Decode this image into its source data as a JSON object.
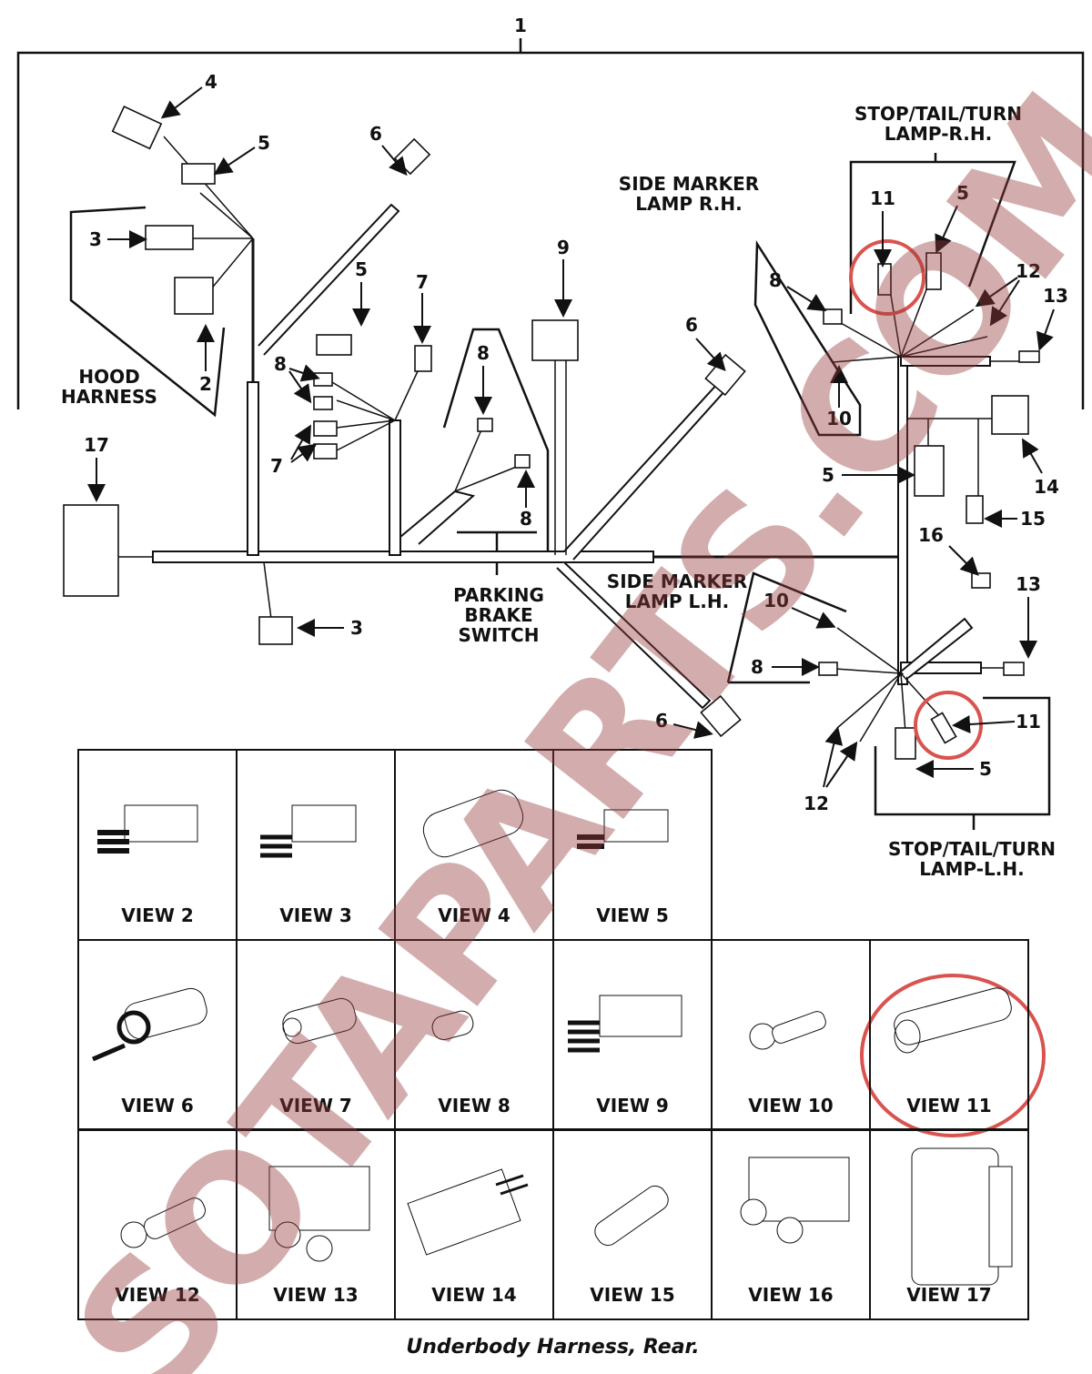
{
  "caption": "Underbody Harness, Rear.",
  "watermark": "SOTAPARTS.COM",
  "colors": {
    "highlight": "#d9534f",
    "line": "#111111",
    "watermark": "#a05050"
  },
  "callouts": [
    "1",
    "4",
    "5",
    "6",
    "3",
    "5",
    "7",
    "2",
    "8",
    "7",
    "9",
    "8",
    "8",
    "17",
    "3",
    "6",
    "11",
    "5",
    "12",
    "13",
    "8",
    "10",
    "14",
    "5",
    "15",
    "16",
    "13",
    "10",
    "8",
    "11",
    "5",
    "12",
    "6"
  ],
  "labels": {
    "hood_harness": "HOOD\nHARNESS",
    "parking_brake": "PARKING\nBRAKE\nSWITCH",
    "side_marker_rh": "SIDE MARKER\nLAMP R.H.",
    "side_marker_lh": "SIDE MARKER\nLAMP L.H.",
    "stop_tail_rh": "STOP/TAIL/TURN\nLAMP-R.H.",
    "stop_tail_lh": "STOP/TAIL/TURN\nLAMP-L.H."
  },
  "views": [
    "VIEW 2",
    "VIEW 3",
    "VIEW 4",
    "VIEW 5",
    "VIEW 6",
    "VIEW 7",
    "VIEW 8",
    "VIEW 9",
    "VIEW 10",
    "VIEW 11",
    "VIEW 12",
    "VIEW 13",
    "VIEW 14",
    "VIEW 15",
    "VIEW 16",
    "VIEW 17"
  ],
  "highlighted_view": "VIEW 11"
}
